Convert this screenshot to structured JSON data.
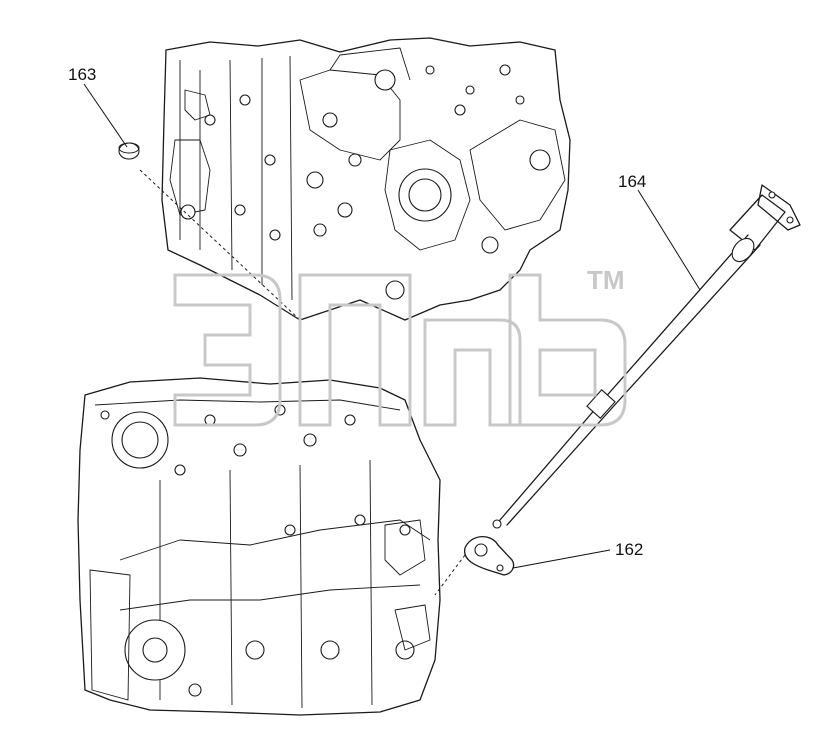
{
  "diagram": {
    "callouts": [
      {
        "id": "163",
        "text": "163"
      },
      {
        "id": "164",
        "text": "164"
      },
      {
        "id": "162",
        "text": "162"
      }
    ],
    "watermark": {
      "tm": "TM"
    }
  }
}
